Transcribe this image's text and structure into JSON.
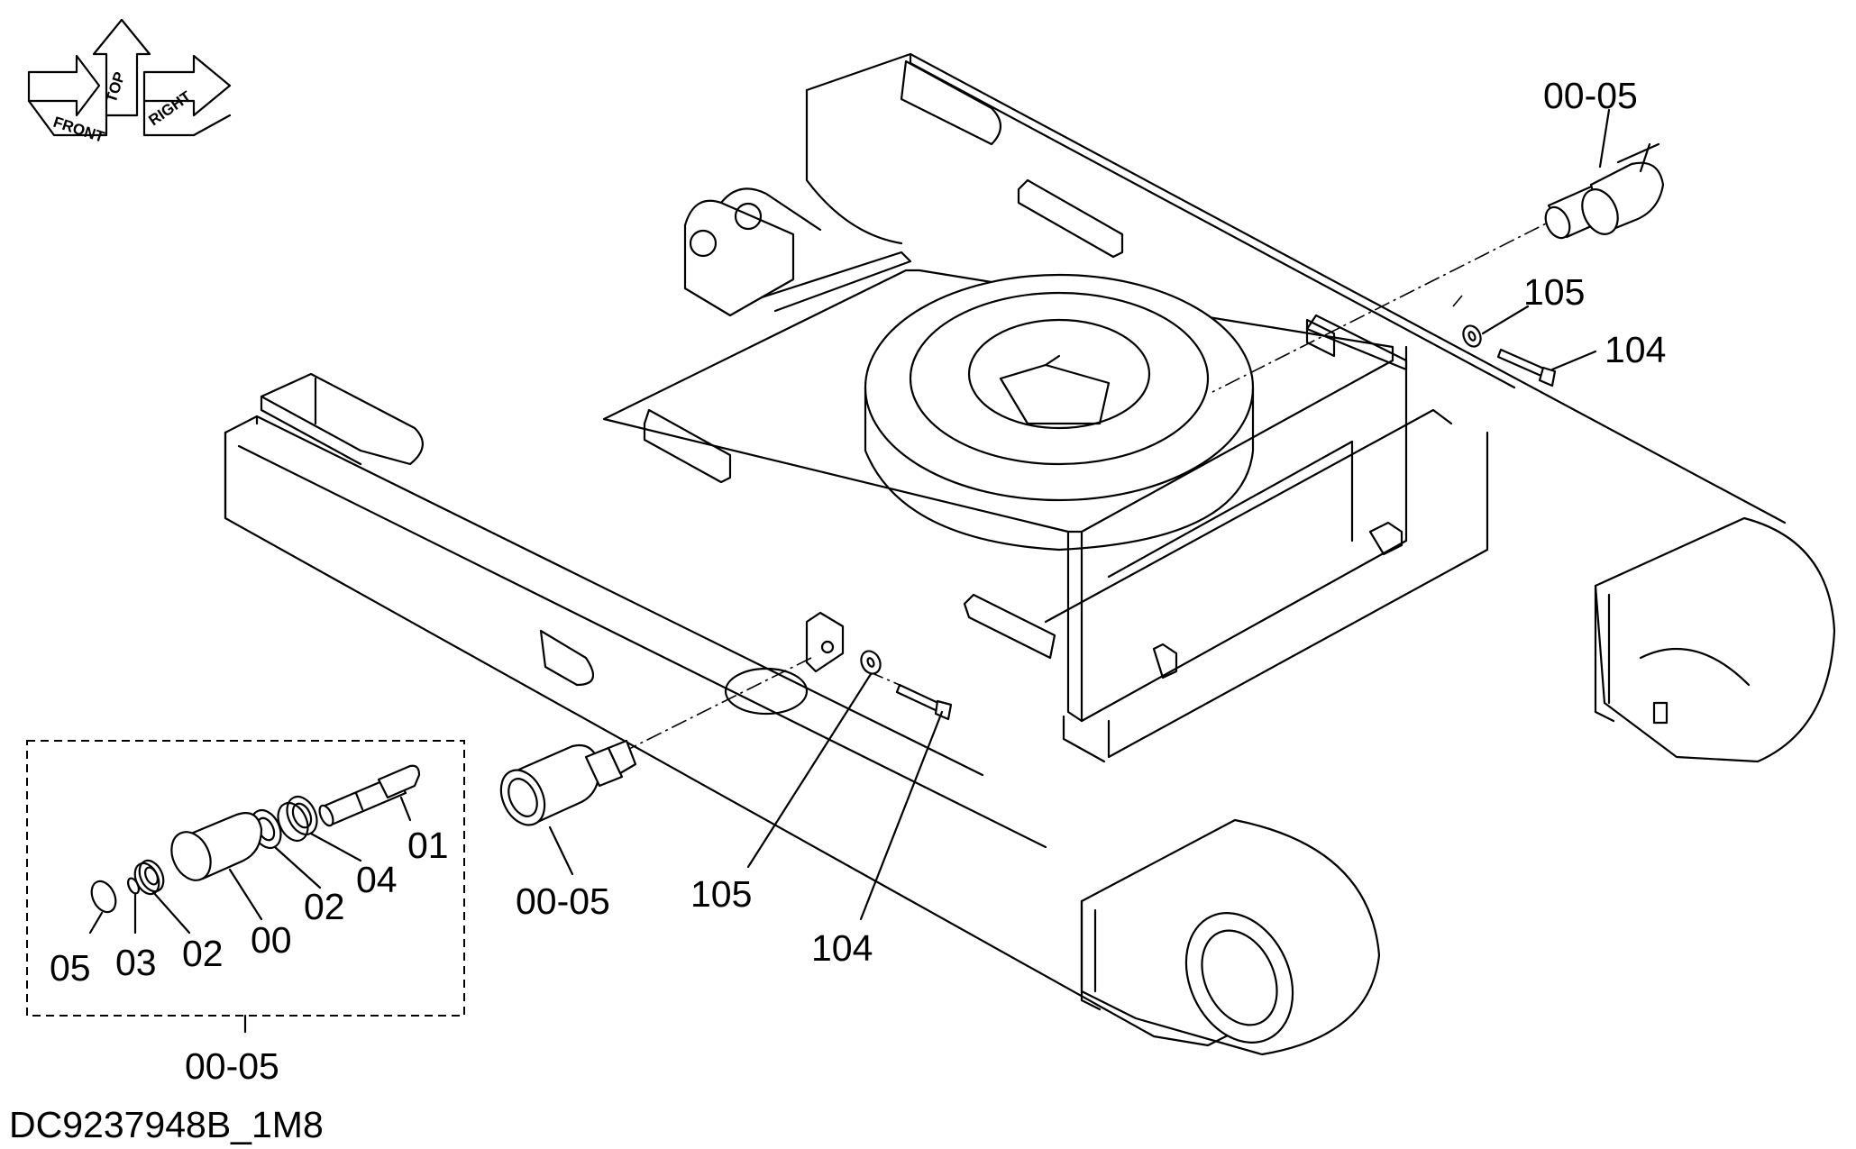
{
  "diagram": {
    "drawing_code": "DC9237948B_1M8",
    "orientation": {
      "front": "FRONT",
      "top": "TOP",
      "right": "RIGHT"
    },
    "callouts": {
      "assy_top_right": "00-05",
      "washer_top": "105",
      "bolt_top": "104",
      "assy_center": "00-05",
      "washer_center": "105",
      "bolt_center": "104",
      "inset_assy": "00-05"
    },
    "inset_parts": {
      "shaft": "01",
      "seal_outer": "04",
      "bushing_right": "02",
      "roller_body": "00",
      "bushing_left": "02",
      "snap_ring": "03",
      "cap": "05"
    }
  }
}
